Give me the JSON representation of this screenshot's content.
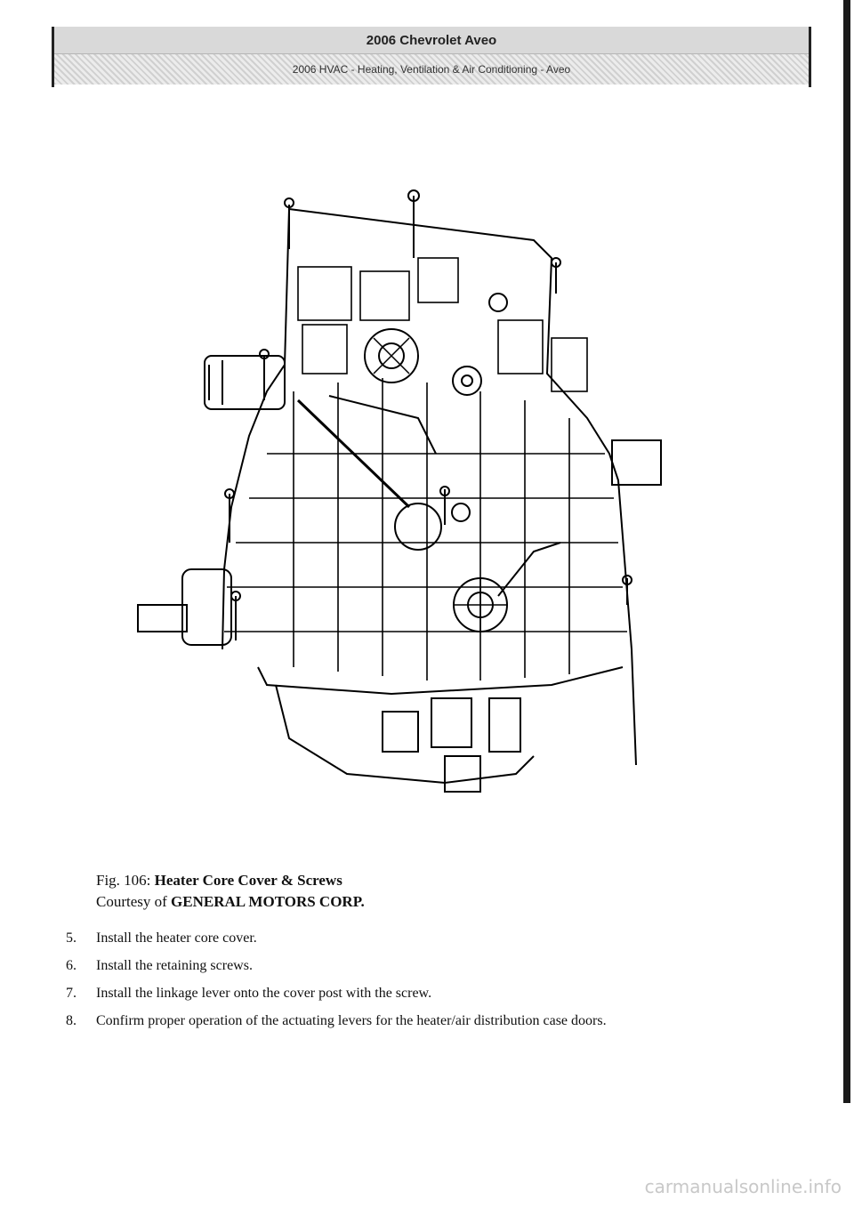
{
  "header": {
    "title": "2006 Chevrolet Aveo",
    "subtitle": "2006 HVAC - Heating, Ventilation & Air Conditioning - Aveo"
  },
  "figure": {
    "label": "Fig. 106:",
    "title": "Heater Core Cover & Screws",
    "courtesy_prefix": "Courtesy of",
    "courtesy": "GENERAL MOTORS CORP."
  },
  "steps": [
    {
      "num": "5.",
      "text": "Install the heater core cover."
    },
    {
      "num": "6.",
      "text": "Install the retaining screws."
    },
    {
      "num": "7.",
      "text": "Install the linkage lever onto the cover post with the screw."
    },
    {
      "num": "8.",
      "text": "Confirm proper operation of the actuating levers for the heater/air distribution case doors."
    }
  ],
  "footer": {
    "watermark": "carmanualsonline.info"
  }
}
